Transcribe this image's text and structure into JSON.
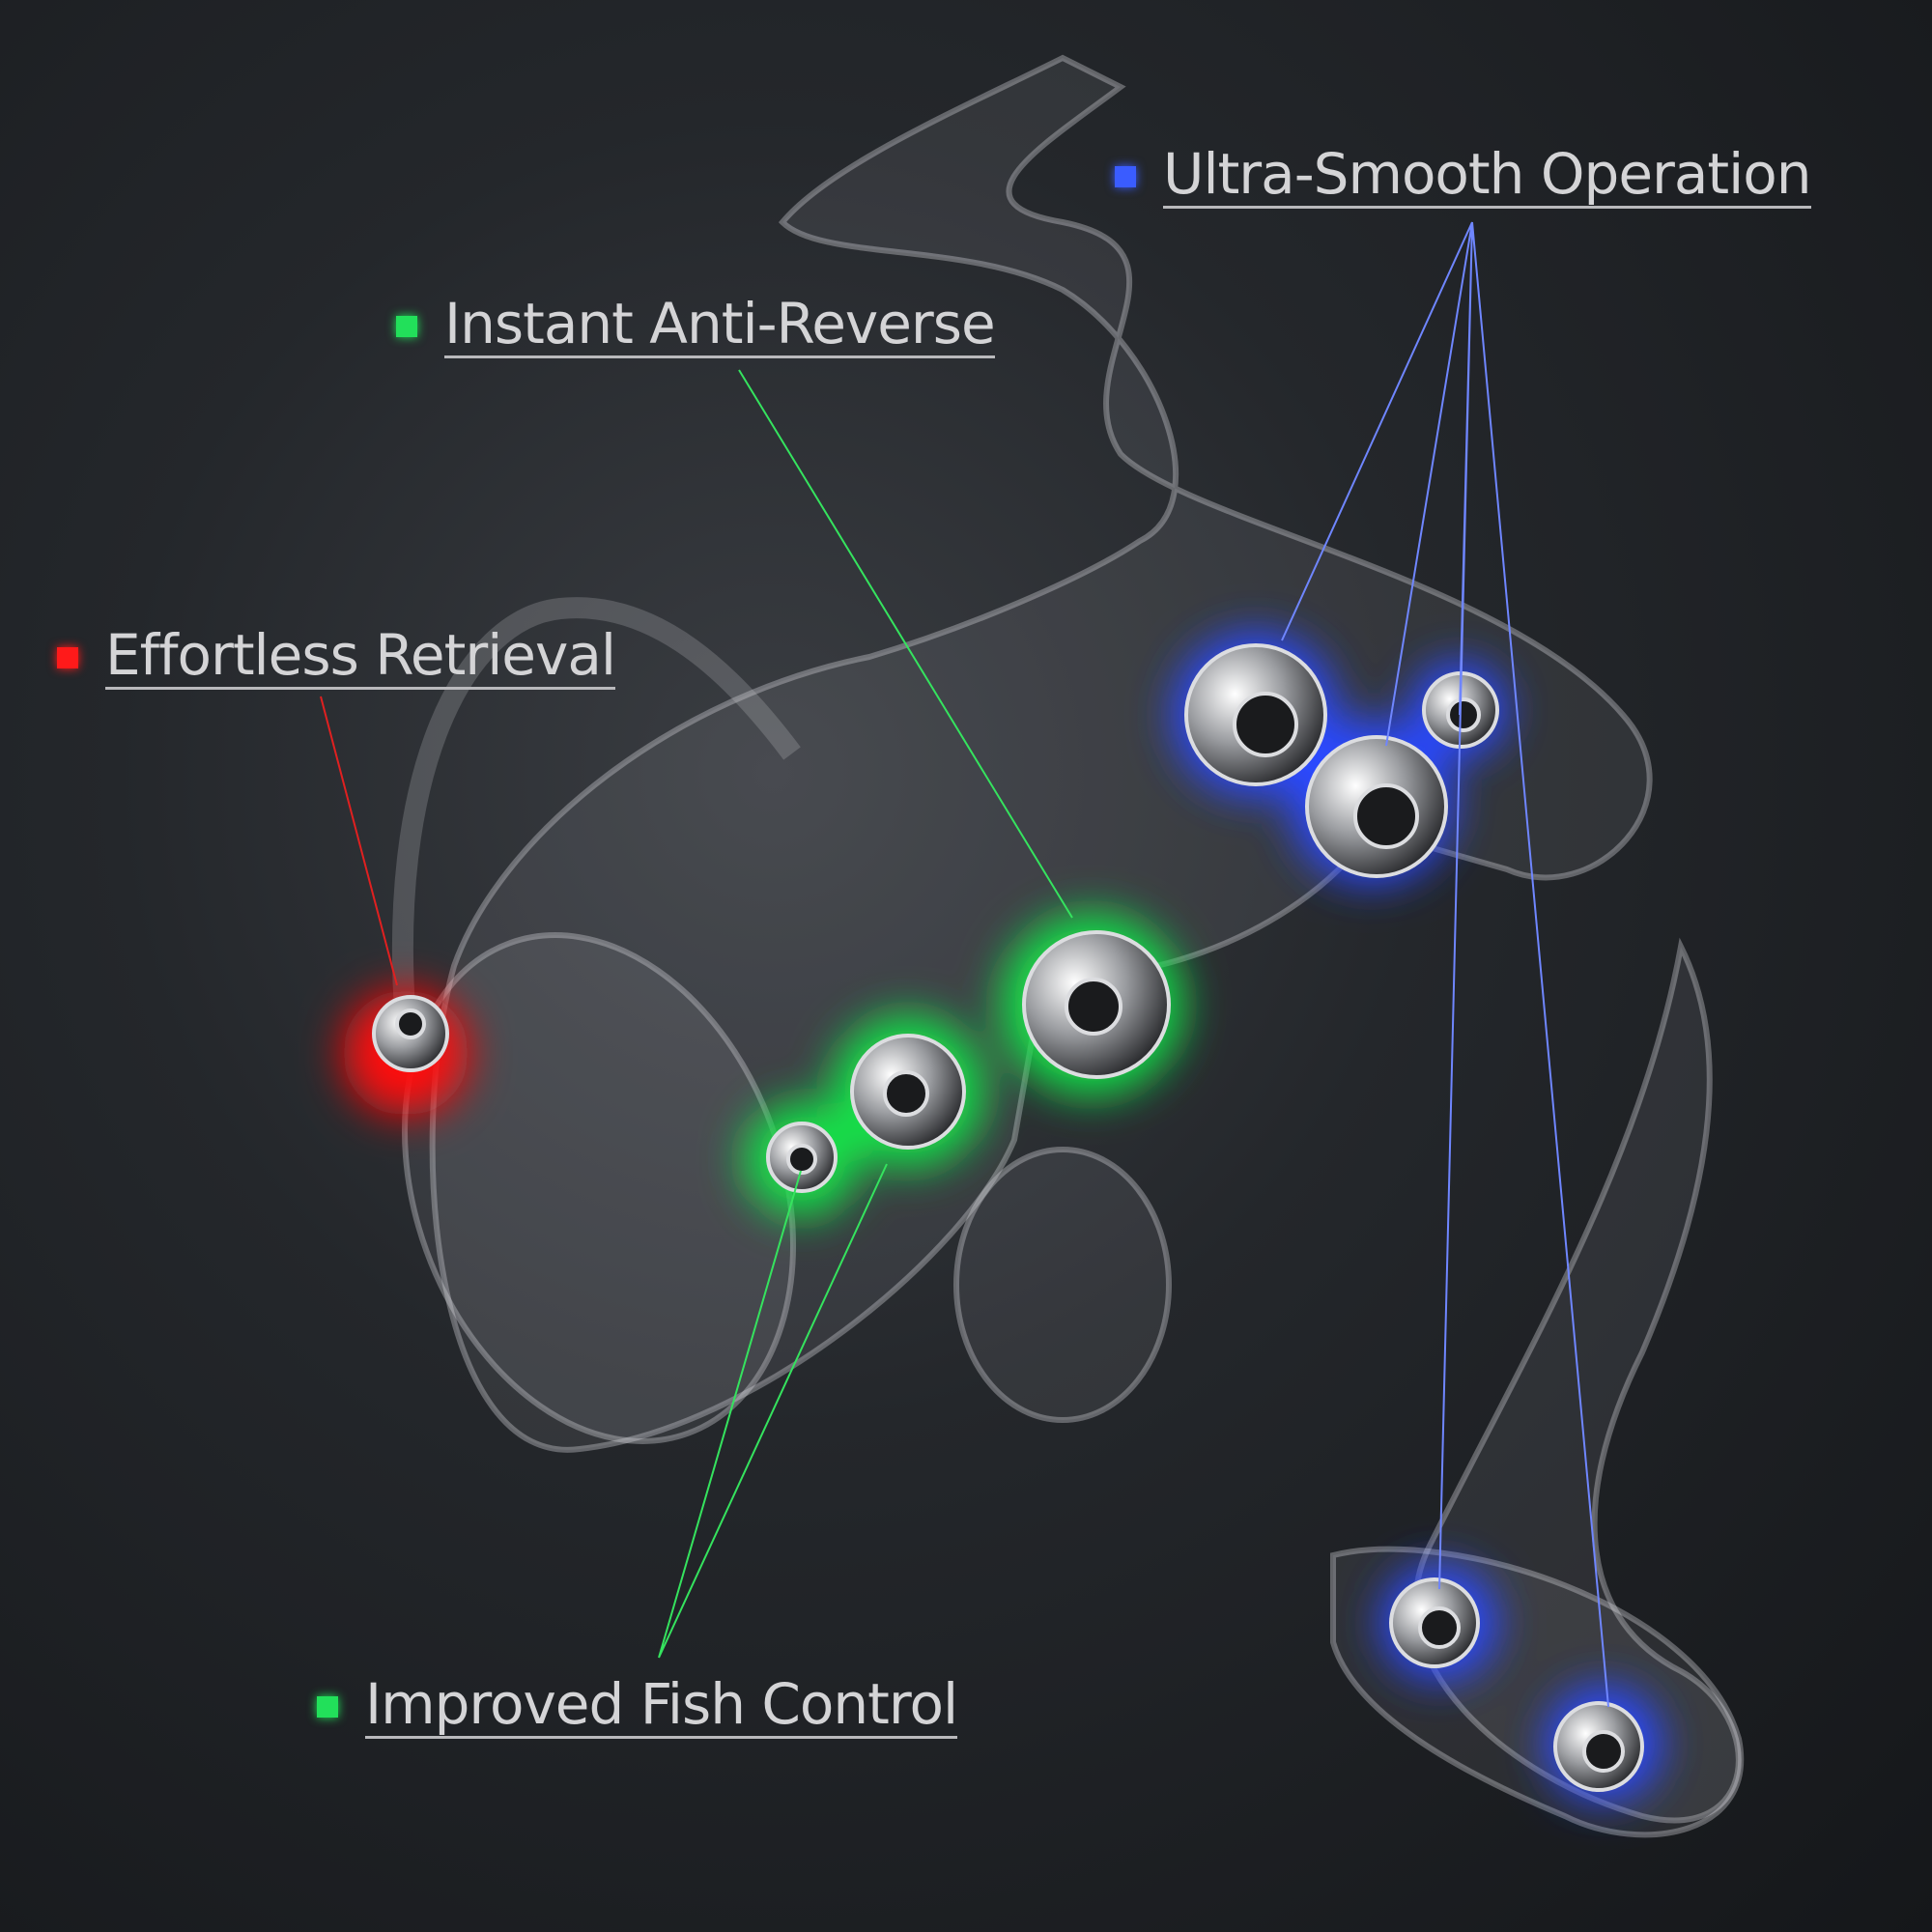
{
  "callouts": {
    "ultra_smooth": {
      "label": "Ultra-Smooth Operation",
      "color": "#3a5cff"
    },
    "anti_reverse": {
      "label": "Instant Anti-Reverse",
      "color": "#22e05a"
    },
    "retrieval": {
      "label": "Effortless Retrieval",
      "color": "#ff1a1a"
    },
    "fish_control": {
      "label": "Improved Fish Control",
      "color": "#22e05a"
    }
  }
}
